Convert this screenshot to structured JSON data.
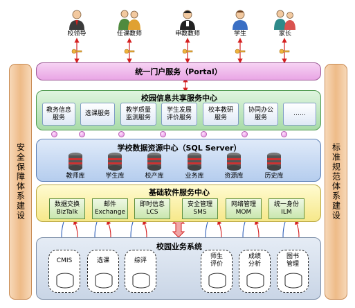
{
  "users": [
    {
      "label": "校领导"
    },
    {
      "label": "任课教师"
    },
    {
      "label": "申教教师"
    },
    {
      "label": "学生"
    },
    {
      "label": "家长"
    }
  ],
  "left_bar": {
    "label": "安全保障体系建设"
  },
  "right_bar": {
    "label": "标准规范体系建设"
  },
  "portal": {
    "label": "统一门户服务（Portal）"
  },
  "info_center": {
    "title": "校园信息共享服务中心",
    "services": [
      {
        "line1": "教务信息",
        "line2": "服务"
      },
      {
        "line1": "选课服务",
        "line2": ""
      },
      {
        "line1": "教学质量",
        "line2": "监测服务"
      },
      {
        "line1": "学生发展",
        "line2": "评价服务"
      },
      {
        "line1": "校本教研",
        "line2": "服务"
      },
      {
        "line1": "协同办公",
        "line2": "服务"
      },
      {
        "line1": "……",
        "line2": ""
      }
    ]
  },
  "data_center": {
    "title": "学校数据资源中心（SQL Server）",
    "databases": [
      {
        "label": "教师库"
      },
      {
        "label": "学生库"
      },
      {
        "label": "校产库"
      },
      {
        "label": "业务库"
      },
      {
        "label": "资源库"
      },
      {
        "label": "历史库"
      }
    ]
  },
  "base_center": {
    "title": "基础软件服务中心",
    "items": [
      {
        "line1": "数据交换",
        "line2": "BizTalk"
      },
      {
        "line1": "邮件",
        "line2": "Exchange"
      },
      {
        "line1": "即时信息",
        "line2": "LCS"
      },
      {
        "line1": "安全管理",
        "line2": "SMS"
      },
      {
        "line1": "网络管理",
        "line2": "MOM"
      },
      {
        "line1": "统一身份",
        "line2": "ILM"
      }
    ]
  },
  "business": {
    "title": "校园业务系统",
    "systems": [
      {
        "line1": "CMIS",
        "line2": ""
      },
      {
        "line1": "选课",
        "line2": ""
      },
      {
        "line1": "综评",
        "line2": ""
      },
      {
        "line1": "师生",
        "line2": "评价"
      },
      {
        "line1": "成绩",
        "line2": "分析"
      },
      {
        "line1": "图书",
        "line2": "管理"
      }
    ]
  },
  "colors": {
    "arrow_red": "#d42020",
    "arrow_blue": "#2f5fb8",
    "accent_pink": "#e58be0"
  }
}
